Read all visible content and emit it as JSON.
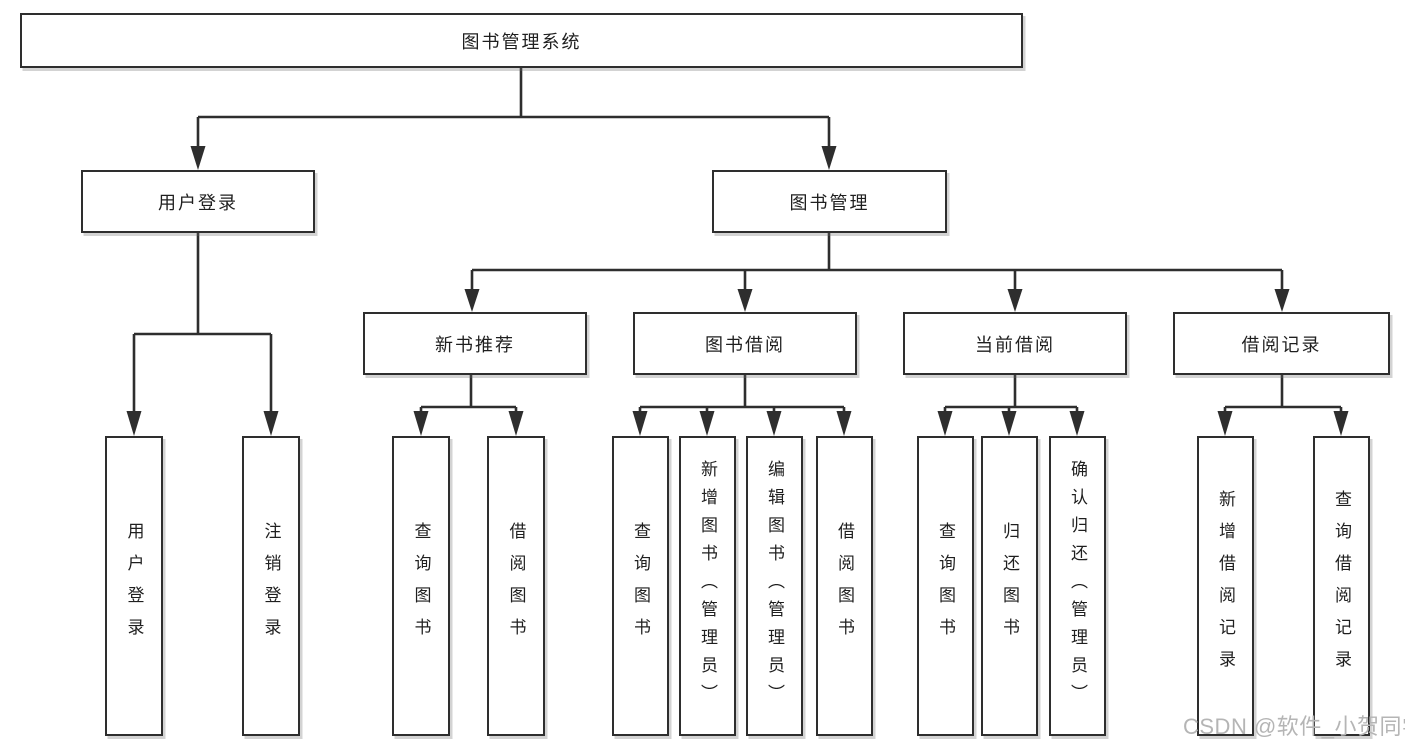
{
  "diagram": {
    "root": {
      "label": "图书管理系统"
    },
    "branches": [
      {
        "label": "用户登录",
        "children": [
          {
            "label": "用户登录"
          },
          {
            "label": "注销登录"
          }
        ]
      },
      {
        "label": "图书管理",
        "children": [
          {
            "label": "新书推荐",
            "children": [
              {
                "label": "查询图书"
              },
              {
                "label": "借阅图书"
              }
            ]
          },
          {
            "label": "图书借阅",
            "children": [
              {
                "label": "查询图书"
              },
              {
                "label": "新增图书（管理员）"
              },
              {
                "label": "编辑图书（管理员）"
              },
              {
                "label": "借阅图书"
              }
            ]
          },
          {
            "label": "当前借阅",
            "children": [
              {
                "label": "查询图书"
              },
              {
                "label": "归还图书"
              },
              {
                "label": "确认归还（管理员）"
              }
            ]
          },
          {
            "label": "借阅记录",
            "children": [
              {
                "label": "新增借阅记录"
              },
              {
                "label": "查询借阅记录"
              }
            ]
          }
        ]
      }
    ]
  },
  "watermark": {
    "text": "CSDN @软件_小贺同学"
  },
  "colors": {
    "line": "#2e2e2e",
    "box_background": "#ffffff",
    "text": "#1f1f1f",
    "watermark": "#b5b5b5"
  }
}
